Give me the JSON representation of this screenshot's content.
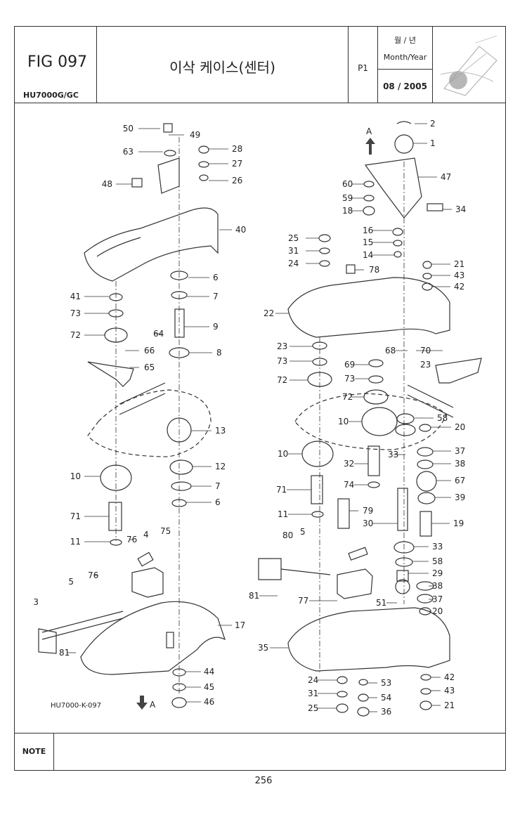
{
  "header": {
    "fig": "FIG 097",
    "model": "HU7000G/GC",
    "title": "이삭 케이스(센터)",
    "page": "P1",
    "month_year_ko": "월 / 년",
    "month_year_en": "Month/Year",
    "date": "08 / 2005"
  },
  "drawing_code": "HU7000-K-097",
  "arrow_label": "A",
  "note_label": "NOTE",
  "page_number": "256",
  "callouts_left": [
    "50",
    "49",
    "63",
    "28",
    "27",
    "26",
    "48",
    "40",
    "6",
    "41",
    "7",
    "73",
    "9",
    "72",
    "64",
    "66",
    "8",
    "65",
    "13",
    "12",
    "10",
    "7",
    "6",
    "71",
    "11",
    "76",
    "4",
    "75",
    "5",
    "80",
    "76",
    "3",
    "17",
    "81",
    "44",
    "45",
    "46"
  ],
  "callouts_right": [
    "2",
    "1",
    "47",
    "60",
    "59",
    "34",
    "18",
    "16",
    "25",
    "15",
    "31",
    "14",
    "24",
    "78",
    "21",
    "43",
    "42",
    "22",
    "23",
    "68",
    "70",
    "73",
    "23",
    "69",
    "72",
    "73",
    "72",
    "58",
    "20",
    "10",
    "33",
    "37",
    "38",
    "32",
    "10",
    "74",
    "67",
    "71",
    "39",
    "11",
    "79",
    "30",
    "19",
    "5",
    "33",
    "58",
    "81",
    "77",
    "51",
    "29",
    "38",
    "37",
    "20",
    "35",
    "24",
    "53",
    "42",
    "31",
    "54",
    "43",
    "25",
    "36",
    "21"
  ]
}
